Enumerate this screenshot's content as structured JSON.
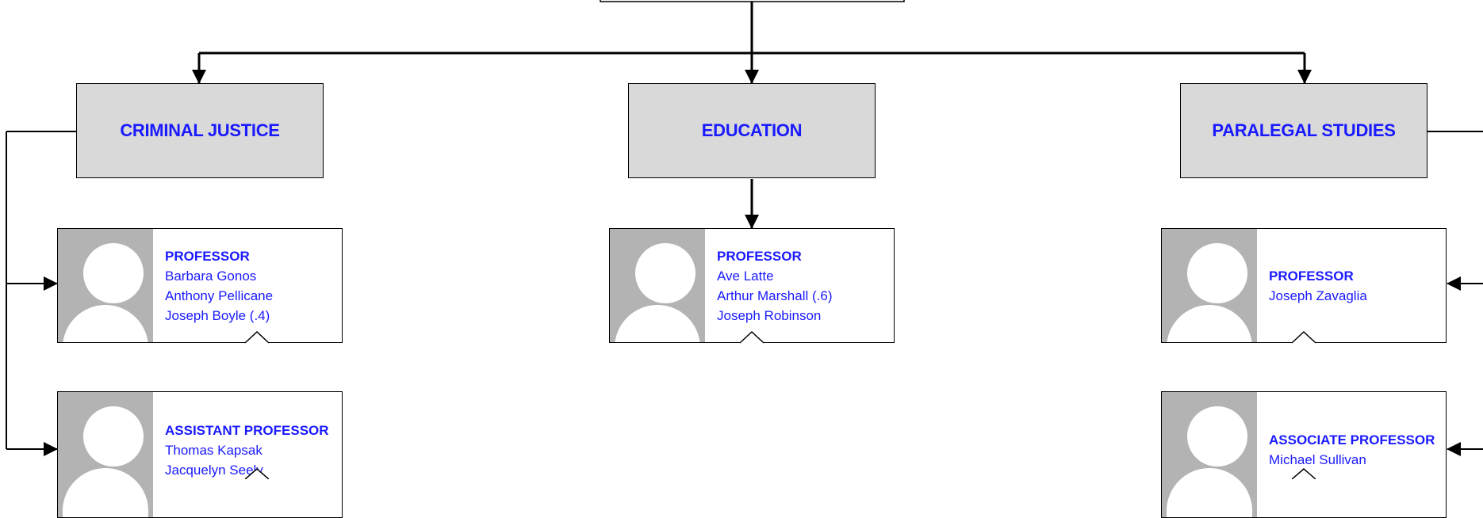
{
  "colors": {
    "text_accent": "#1a1aff",
    "department_fill": "#d9d9d9",
    "photo_fill": "#b3b3b3",
    "line": "#000000"
  },
  "departments": [
    {
      "name": "CRIMINAL JUSTICE"
    },
    {
      "name": "EDUCATION"
    },
    {
      "name": "PARALEGAL STUDIES"
    }
  ],
  "cards": [
    {
      "role": "PROFESSOR",
      "names": [
        "Barbara Gonos",
        "Anthony Pellicane",
        "Joseph Boyle (.4)"
      ],
      "photo_icon": "person-placeholder-icon"
    },
    {
      "role": "ASSISTANT PROFESSOR",
      "names": [
        "Thomas Kapsak",
        "Jacquelyn Seely"
      ],
      "photo_icon": "person-placeholder-icon"
    },
    {
      "role": "PROFESSOR",
      "names": [
        "Ave Latte",
        "Arthur Marshall (.6)",
        "Joseph Robinson"
      ],
      "photo_icon": "person-placeholder-icon"
    },
    {
      "role": "PROFESSOR",
      "names": [
        "Joseph Zavaglia"
      ],
      "photo_icon": "person-placeholder-icon"
    },
    {
      "role": "ASSOCIATE PROFESSOR",
      "names": [
        "Michael Sullivan"
      ],
      "photo_icon": "person-placeholder-icon"
    }
  ]
}
